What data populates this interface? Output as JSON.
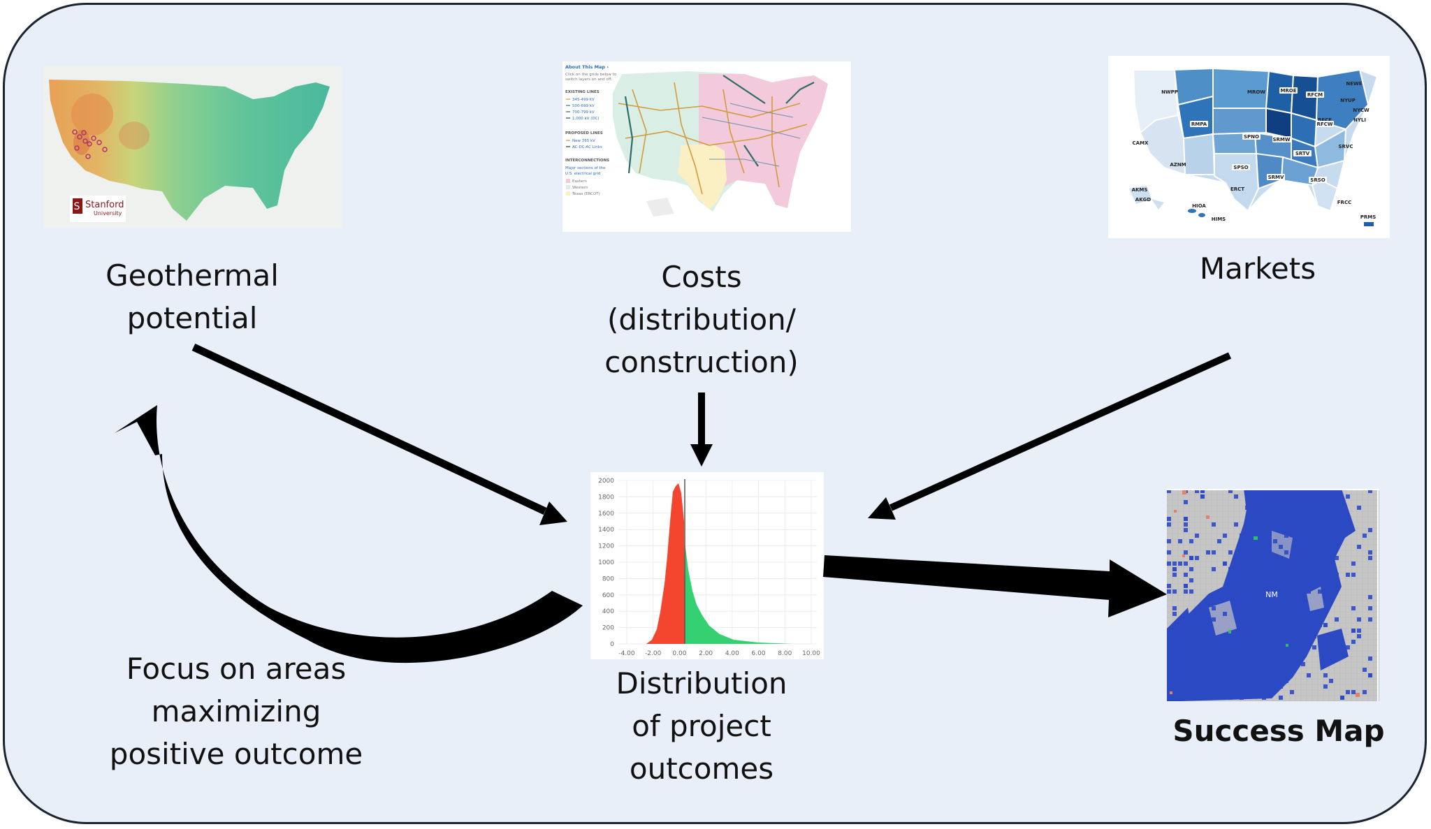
{
  "nodes": {
    "geothermal": {
      "lines": [
        "Geothermal",
        "potential"
      ]
    },
    "costs": {
      "lines": [
        "Costs",
        "(distribution/",
        "construction)"
      ]
    },
    "markets": {
      "lines": [
        "Markets"
      ]
    },
    "distribution": {
      "lines": [
        "Distribution",
        "of  project",
        "outcomes"
      ]
    },
    "focus": {
      "lines": [
        "Focus on areas",
        "maximizing",
        "positive outcome"
      ]
    },
    "success": {
      "lines": [
        "Success Map"
      ]
    }
  },
  "geo_map": {
    "logo_line1": "Stanford",
    "logo_line2": "University"
  },
  "grid_map": {
    "panel_title": "About This Map ›",
    "panel_text": [
      "Click on the grids below to",
      "switch layers on and off."
    ],
    "sections": [
      {
        "title": "EXISTING LINES",
        "items": [
          "345-499 kV",
          "500-699 kV",
          "700-799 kV",
          "1,000 kV (DC)"
        ]
      },
      {
        "title": "PROPOSED LINES",
        "items": [
          "New 765 kV",
          "AC-DC-AC Links"
        ]
      },
      {
        "title": "INTERCONNECTIONS",
        "items": [
          "Major sections of the",
          "U.S. electrical grid",
          "Eastern",
          "Western",
          "Texas (ERCOT)"
        ]
      }
    ]
  },
  "markets_map": {
    "regions": [
      "NWPP",
      "MROW",
      "MROE",
      "RFCM",
      "NEWE",
      "NYUP",
      "NYCW",
      "NYLI",
      "RFCE",
      "RFCW",
      "RMPA",
      "SPNO",
      "SRMW",
      "CAMX",
      "AZNM",
      "SPSO",
      "SRTV",
      "SRVC",
      "ERCT",
      "SRMV",
      "SRSO",
      "FRCC",
      "AKMS",
      "AKGD",
      "HIOA",
      "HIMS",
      "PRMS"
    ]
  },
  "histogram": {
    "y_ticks": [
      "2000",
      "1800",
      "1600",
      "1400",
      "1200",
      "1000",
      "800",
      "600",
      "400",
      "200",
      "0"
    ],
    "x_ticks": [
      "-4.00",
      "-2.00",
      "0.00",
      "2.00",
      "4.00",
      "6.00",
      "8.00",
      "10.00"
    ],
    "colors": {
      "negative": "#f4452e",
      "positive": "#35d072"
    }
  },
  "success_map": {
    "label": "NM",
    "colors": {
      "success": "#2c49c4",
      "background": "#c4c4c4"
    }
  },
  "colors": {
    "panel": "#e9eff8",
    "border": "#1b2330",
    "arrow": "#000000"
  }
}
